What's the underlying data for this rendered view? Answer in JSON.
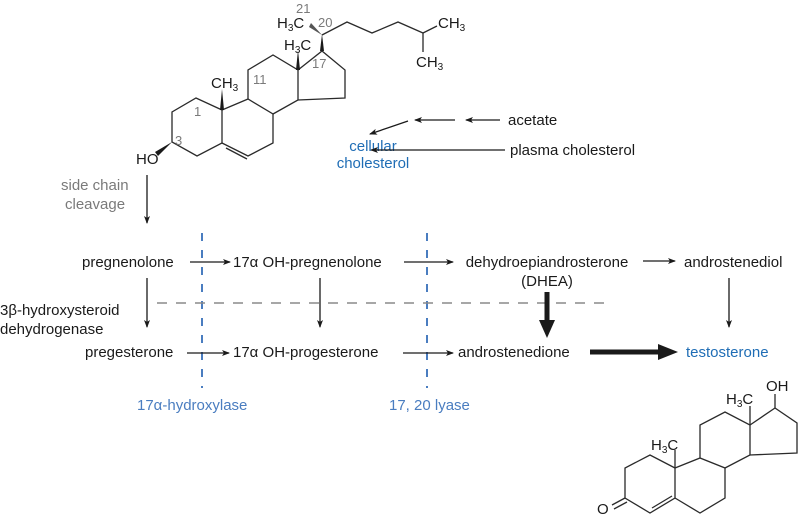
{
  "cholesterol": {
    "name_line1": "cellular",
    "name_line2": "cholesterol",
    "carbon_numbers": {
      "c1": "1",
      "c3": "3",
      "c11": "11",
      "c17": "17",
      "c20": "20",
      "c21": "21"
    },
    "substituents": {
      "hydroxyl": "HO",
      "c10_methyl": "CH",
      "c10_methyl_sub": "3",
      "c13_methyl_pre": "H",
      "c13_methyl_sub": "3",
      "c13_methyl_post": "C",
      "c21_methyl_pre": "H",
      "c21_methyl_sub": "3",
      "c21_methyl_post": "C",
      "terminal_methyl_1": "CH",
      "terminal_methyl_1_sub": "3",
      "terminal_methyl_2": "CH",
      "terminal_methyl_2_sub": "3"
    }
  },
  "sources": {
    "acetate": "acetate",
    "plasma_cholesterol": "plasma cholesterol"
  },
  "step_labels": {
    "side_chain_line1": "side chain",
    "side_chain_line2": "cleavage",
    "hsd_line1": "3β-hydroxysteroid",
    "hsd_line2": "dehydrogenase"
  },
  "pathway": {
    "pregnenolone": "pregnenolone",
    "oh_pregnenolone": "17α OH-pregnenolone",
    "dhea_line1": "dehydroepiandrosterone",
    "dhea_line2": "(DHEA)",
    "androstenediol": "androstenediol",
    "progesterone": "pregesterone",
    "oh_progesterone": "17α OH-progesterone",
    "androstenedione": "androstenedione",
    "testosterone": "testosterone"
  },
  "enzymes": {
    "hydroxylase": "17α-hydroxylase",
    "lyase": "17, 20 lyase"
  },
  "testosterone_structure": {
    "hydroxyl": "OH",
    "oxygen": "O",
    "c13_methyl_pre": "H",
    "c13_methyl_sub": "3",
    "c13_methyl_post": "C",
    "c10_methyl_pre": "H",
    "c10_methyl_sub": "3",
    "c10_methyl_post": "C"
  },
  "colors": {
    "highlight_blue": "#1f6db5",
    "enzyme_blue": "#4a7dc0",
    "label_gray": "#7a7a7a"
  }
}
